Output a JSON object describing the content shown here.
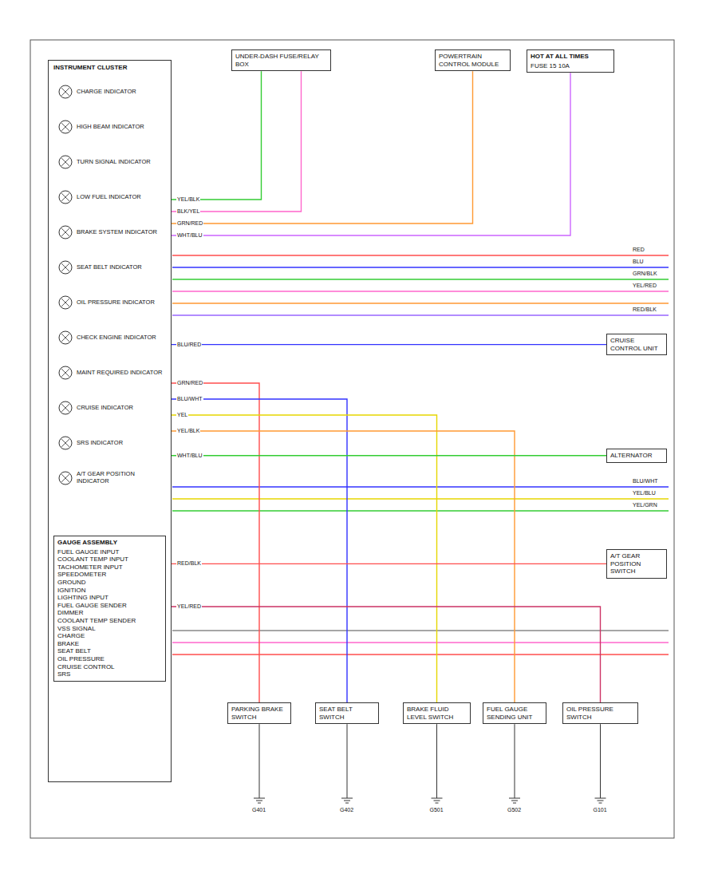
{
  "diagram": {
    "nodes": [
      {
        "text": [
          "INSTRUMENT CLUSTER"
        ]
      },
      {
        "text": [
          "CHARGE INDICATOR"
        ],
        "in": 0
      },
      {
        "text": [
          "HIGH BEAM INDICATOR"
        ],
        "in": 0
      },
      {
        "text": [
          "TURN SIGNAL INDICATOR"
        ],
        "in": 0
      },
      {
        "text": [
          "LOW FUEL INDICATOR"
        ],
        "in": 0
      },
      {
        "text": [
          "BRAKE SYSTEM INDICATOR"
        ],
        "in": 0
      },
      {
        "text": [
          "SEAT BELT INDICATOR"
        ],
        "in": 0
      },
      {
        "text": [
          "OIL PRESSURE INDICATOR"
        ],
        "in": 0
      },
      {
        "text": [
          "CHECK ENGINE INDICATOR"
        ],
        "in": 0
      },
      {
        "text": [
          "MAINT REQUIRED INDICATOR"
        ],
        "in": 0
      },
      {
        "text": [
          "CRUISE INDICATOR"
        ],
        "in": 0
      },
      {
        "text": [
          "SRS INDICATOR"
        ],
        "in": 0
      },
      {
        "text": [
          "A/T GEAR POSITION INDICATOR"
        ],
        "in": 0
      },
      {
        "text": [
          "GAUGE ASSEMBLY",
          "FUEL GAUGE INPUT",
          "COOLANT TEMP INPUT",
          "TACHOMETER INPUT",
          "SPEEDOMETER",
          "GROUND",
          "IGNITION",
          "LIGHTING INPUT",
          "FUEL GAUGE SENDER",
          "DIMMER",
          "COOLANT TEMP SENDER",
          "VSS SIGNAL",
          "CHARGE",
          "BRAKE",
          "SEAT BELT",
          "OIL PRESSURE",
          "CRUISE CONTROL",
          "SRS"
        ],
        "in": 0
      },
      {
        "text": [
          "UNDER-DASH FUSE/RELAY BOX"
        ]
      },
      {
        "text": [
          "POWERTRAIN CONTROL MODULE"
        ]
      },
      {
        "text": [
          "HOT AT ALL TIMES",
          "FUSE 15 10A"
        ]
      },
      {
        "text": [
          "PARKING BRAKE SWITCH"
        ]
      },
      {
        "text": [
          "SEAT BELT SWITCH"
        ]
      },
      {
        "text": [
          "BRAKE FLUID LEVEL SWITCH"
        ]
      },
      {
        "text": [
          "FUEL GAUGE SENDING UNIT"
        ]
      },
      {
        "text": [
          "OIL PRESSURE SWITCH"
        ]
      },
      {
        "text": [
          "CRUISE CONTROL UNIT"
        ]
      },
      {
        "text": [
          "ALTERNATOR"
        ]
      },
      {
        "text": [
          "A/T GEAR POSITION SWITCH"
        ]
      }
    ],
    "edges": [
      {
        "from": 0,
        "to": 14,
        "arrow": "none",
        "label": "YEL/BLK"
      },
      {
        "from": 0,
        "to": 14,
        "arrow": "none",
        "label": "BLK/YEL"
      },
      {
        "from": 0,
        "to": 15,
        "arrow": "none",
        "label": "GRN/RED"
      },
      {
        "from": 0,
        "to": 16,
        "arrow": "none",
        "label": "WHT/BLU"
      },
      {
        "from": 0,
        "to": 17,
        "arrow": "none",
        "label": "GRN/RED"
      },
      {
        "from": 0,
        "to": 18,
        "arrow": "none",
        "label": "BLU/WHT"
      },
      {
        "from": 0,
        "to": 19,
        "arrow": "none",
        "label": "YEL"
      },
      {
        "from": 0,
        "to": 20,
        "arrow": "none",
        "label": "YEL/BLK"
      },
      {
        "from": 0,
        "to": 21,
        "arrow": "none",
        "label": "YEL/RED"
      },
      {
        "from": 0,
        "to": 22,
        "arrow": "none",
        "label": "BLU/RED"
      },
      {
        "from": 0,
        "to": 23,
        "arrow": "none",
        "label": "WHT/BLU"
      },
      {
        "from": 0,
        "to": 24,
        "arrow": "none",
        "label": "RED/BLK"
      }
    ],
    "labels": [
      "BLU",
      "RED",
      "GRN/BLK",
      "YEL/RED",
      "RED/BLK",
      "BLU/WHT",
      "YEL/BLU",
      "YEL/GRN",
      "G401",
      "G402",
      "G501",
      "G502",
      "G101"
    ]
  }
}
